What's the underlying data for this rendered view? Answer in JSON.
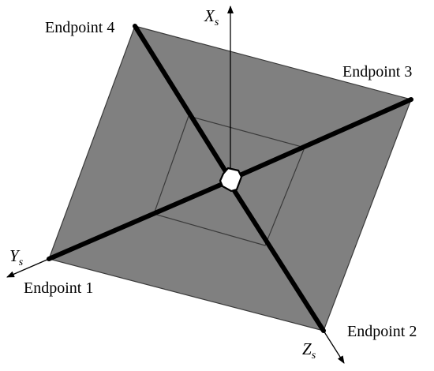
{
  "endpoints": {
    "e1": "Endpoint 1",
    "e2": "Endpoint 2",
    "e3": "Endpoint 3",
    "e4": "Endpoint 4"
  },
  "axes": {
    "x": {
      "letter": "X",
      "sub": "s"
    },
    "y": {
      "letter": "Y",
      "sub": "s"
    },
    "z": {
      "letter": "Z",
      "sub": "s"
    }
  },
  "colors": {
    "plate": "#808080",
    "plate_edge": "#3a3a3a",
    "beam": "#000000",
    "axis": "#000000",
    "hub": "#ffffff"
  }
}
